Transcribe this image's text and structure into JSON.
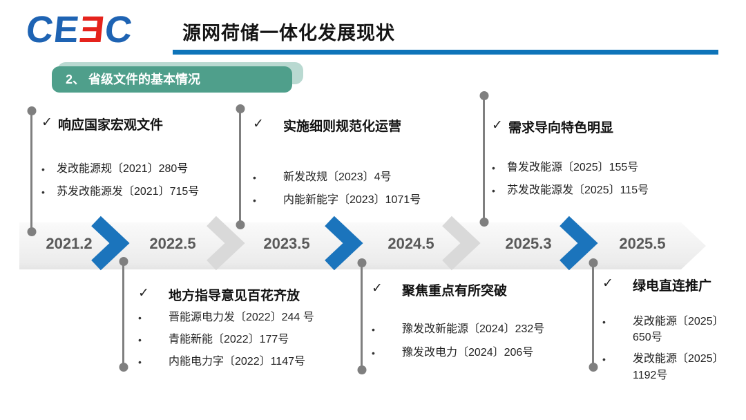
{
  "header": {
    "logo_letters": [
      {
        "char": "C"
      },
      {
        "char": "E"
      },
      {
        "char": "Ǝ"
      },
      {
        "char": "C"
      }
    ],
    "title": "源网荷储一体化发展现状"
  },
  "section_badge": {
    "label": "2、 省级文件的基本情况"
  },
  "glyphs": {
    "check": "✓",
    "bullet": "•"
  },
  "colors": {
    "logo_blue": "#1e63b3",
    "logo_red": "#e5231c",
    "title_underline_blue": "#0e74b9",
    "badge_green": "#4f9f8b",
    "chevron_blue": "#1b74bc",
    "chevron_gray": "#d9d9d9",
    "band_gray": "#ececec",
    "connector_gray": "#7f7f7f",
    "date_gray": "#595959"
  },
  "timeline": {
    "dates": [
      "2021.2",
      "2022.5",
      "2023.5",
      "2024.5",
      "2025.3",
      "2025.5"
    ],
    "chevrons": [
      {
        "color": "#1b74bc"
      },
      {
        "color": "#d9d9d9"
      },
      {
        "color": "#1b74bc"
      },
      {
        "color": "#d9d9d9"
      },
      {
        "color": "#1b74bc"
      }
    ]
  },
  "blocks": {
    "top": [
      {
        "title": "响应国家宏观文件",
        "items": [
          "发改能源规〔2021〕280号",
          "苏发改能源发〔2021〕715号"
        ]
      },
      {
        "title": "实施细则规范化运营",
        "items": [
          "新发改规〔2023〕4号",
          "内能新能字〔2023〕1071号"
        ]
      },
      {
        "title": "需求导向特色明显",
        "items": [
          "鲁发改能源〔2025〕155号",
          "苏发改能源发〔2025〕115号"
        ]
      }
    ],
    "bottom": [
      {
        "title": "地方指导意见百花齐放",
        "items": [
          "晋能源电力发〔2022〕244 号",
          "青能新能〔2022〕177号",
          "内能电力字〔2022〕1147号"
        ]
      },
      {
        "title": "聚焦重点有所突破",
        "items": [
          "豫发改新能源〔2024〕232号",
          "豫发改电力〔2024〕206号"
        ]
      },
      {
        "title": "绿电直连推广",
        "items": [
          "发改能源〔2025〕650号",
          "发改能源〔2025〕1192号"
        ]
      }
    ]
  }
}
